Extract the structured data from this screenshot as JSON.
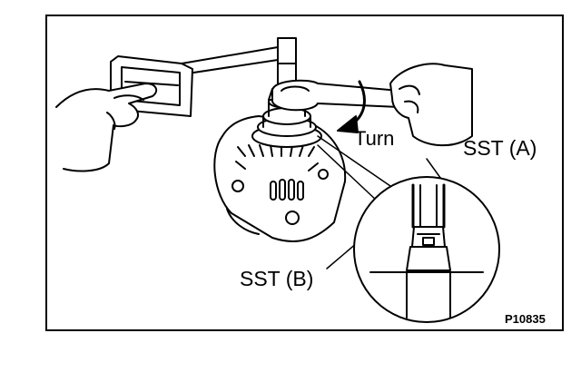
{
  "diagram": {
    "labels": {
      "turn": "Turn",
      "sst_a": "SST (A)",
      "sst_b": "SST (B)",
      "figure_code": "P10835"
    },
    "colors": {
      "ink": "#000000",
      "paper": "#ffffff"
    }
  }
}
